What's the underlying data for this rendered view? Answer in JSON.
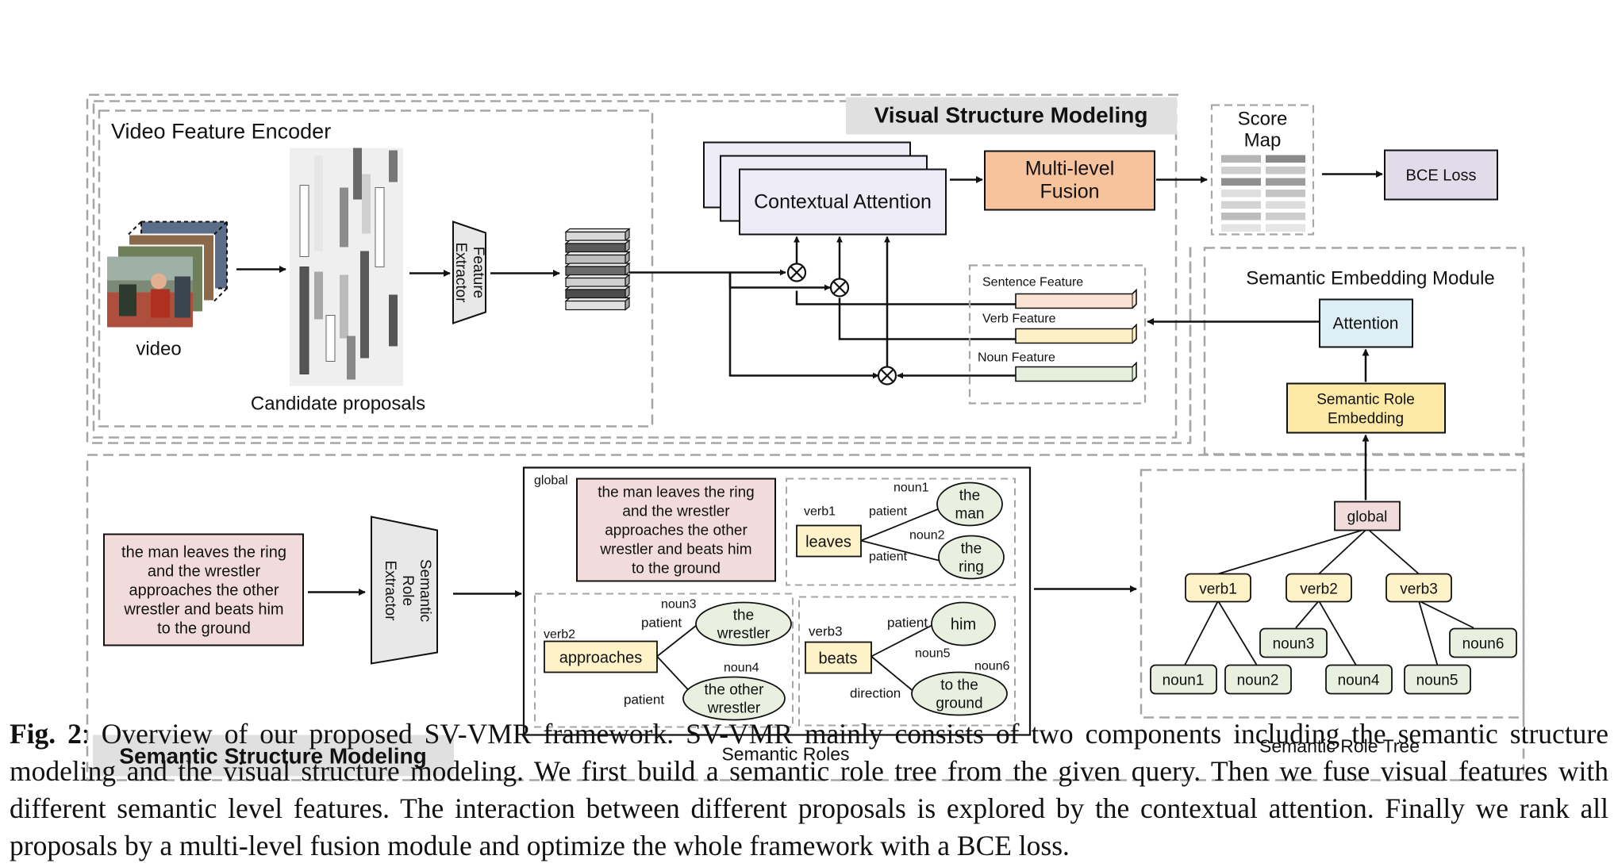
{
  "visual_module": {
    "title": "Visual Structure Modeling",
    "encoder_title": "Video Feature Encoder",
    "video_label": "video",
    "proposals_label": "Candidate proposals",
    "feature_extractor": [
      "Feature",
      "Extractor"
    ],
    "contextual_attention": "Contextual Attention",
    "fusion": [
      "Multi-level",
      "Fusion"
    ],
    "score_map": [
      "Score",
      "Map"
    ],
    "loss": "BCE Loss",
    "sentence_feature": "Sentence Feature",
    "verb_feature": "Verb Feature",
    "noun_feature": "Noun Feature"
  },
  "embedding_module": {
    "title": "Semantic Embedding Module",
    "attention": "Attention",
    "role_embedding": [
      "Semantic Role",
      "Embedding"
    ]
  },
  "semantic_module": {
    "title": "Semantic Structure Modeling",
    "query_lines": [
      "the man leaves the ring",
      "and the wrestler",
      "approaches the other",
      "wrestler and beats him",
      "to the ground"
    ],
    "extractor": [
      "Semantic",
      "Role",
      "Extractor"
    ],
    "roles_caption": "Semantic Roles",
    "global_label": "global",
    "inner_query_lines": [
      "the man leaves the ring",
      "and the wrestler",
      "approaches the other",
      "wrestler and beats him",
      "to the ground"
    ],
    "verb1": {
      "tag": "verb1",
      "verb": "leaves",
      "noun1_tag": "noun1",
      "noun1_role": "patient",
      "noun1": [
        "the",
        "man"
      ],
      "noun2_tag": "noun2",
      "noun2_role": "patient",
      "noun2": [
        "the",
        "ring"
      ]
    },
    "verb2": {
      "tag": "verb2",
      "verb": "approaches",
      "noun3_tag": "noun3",
      "noun3_role": "patient",
      "noun3": [
        "the",
        "wrestler"
      ],
      "noun4_tag": "noun4",
      "noun4_role": "patient",
      "noun4": [
        "the other",
        "wrestler"
      ]
    },
    "verb3": {
      "tag": "verb3",
      "verb": "beats",
      "noun5_tag": "noun5",
      "noun5_role": "patient",
      "noun5": [
        "him"
      ],
      "noun6_tag": "noun6",
      "noun6_role": "direction",
      "noun6": [
        "to the",
        "ground"
      ]
    }
  },
  "role_tree": {
    "caption": "Semantic Role Tree",
    "root": "global",
    "verbs": [
      "verb1",
      "verb2",
      "verb3"
    ],
    "nouns": [
      "noun1",
      "noun2",
      "noun3",
      "noun4",
      "noun5",
      "noun6"
    ]
  },
  "caption": {
    "label": "Fig. 2",
    "text": ": Overview of our proposed SV-VMR framework. SV-VMR mainly consists of two components including the semantic structure modeling and the visual structure modeling. We first build a semantic role tree from the given query. Then we fuse visual features with different semantic level features. The interaction between different proposals is explored by the contextual attention. Finally we rank all proposals by a multi-level fusion module and optimize the whole framework with a BCE loss."
  },
  "colors": {
    "contextual_attention": "#ecebf6",
    "fusion": "#f7c39c",
    "loss": "#e2dbea",
    "attention": "#ddeef4",
    "role_embedding": "#fde9a6",
    "query": "#f2dcdb",
    "verb": "#fdf2c8",
    "noun": "#e9f0df",
    "title_band": "#e0e0e0",
    "dash": "#a6a6a6"
  }
}
